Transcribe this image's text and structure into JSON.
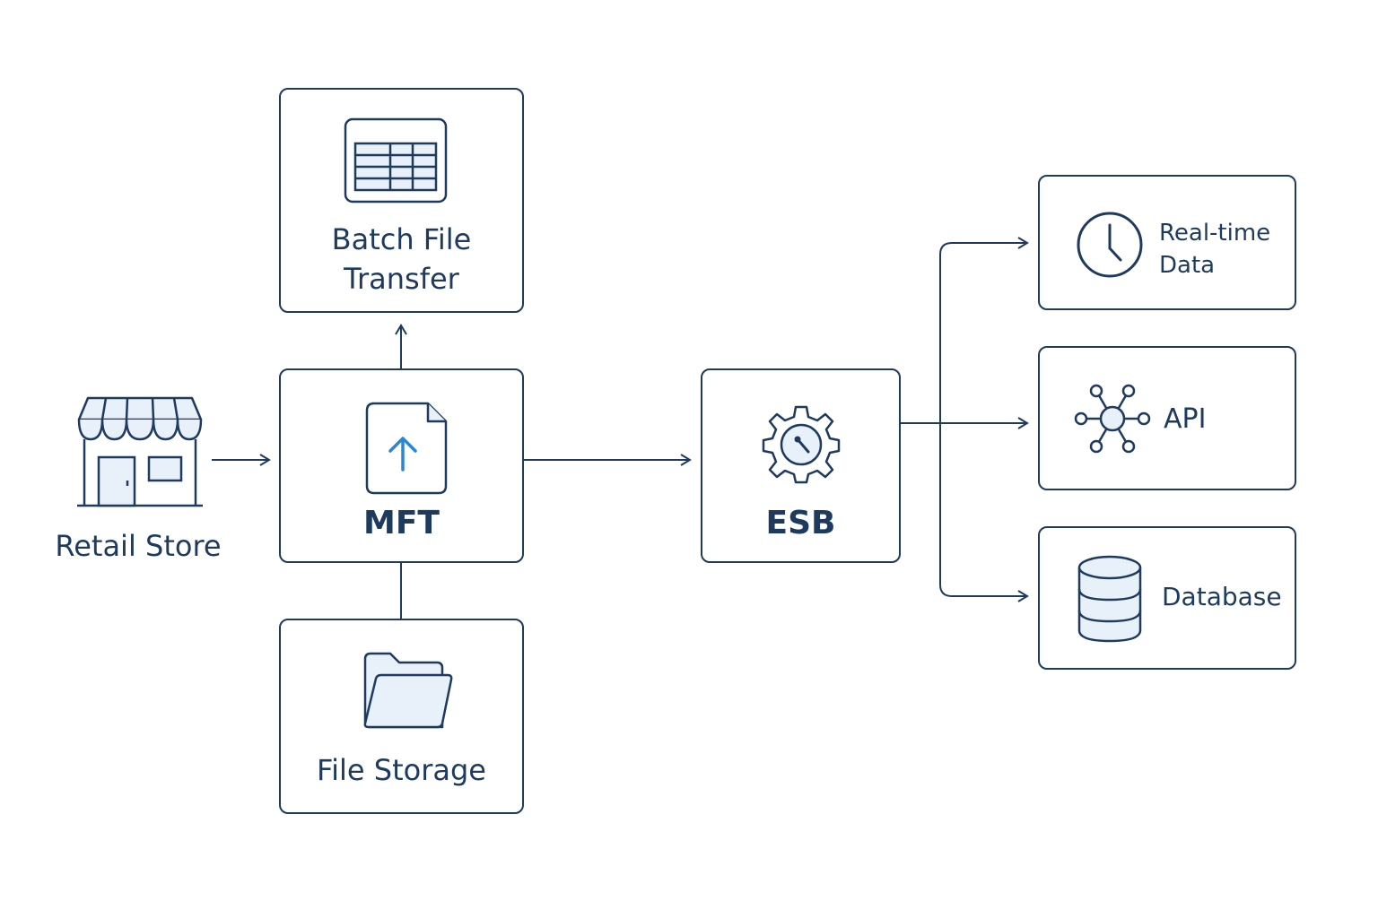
{
  "colors": {
    "stroke": "#1f3a5f",
    "fill_light": "#e8f0fa",
    "accent": "#2b86d9"
  },
  "nodes": {
    "retail_store": {
      "label": "Retail Store",
      "icon": "storefront-icon"
    },
    "batch_file_transfer": {
      "line1": "Batch File",
      "line2": "Transfer",
      "icon": "spreadsheet-icon"
    },
    "mft": {
      "label": "MFT",
      "icon": "file-upload-icon"
    },
    "file_storage": {
      "label": "File Storage",
      "icon": "folder-icon"
    },
    "esb": {
      "label": "ESB",
      "icon": "gear-gauge-icon"
    },
    "realtime_data": {
      "line1": "Real-time",
      "line2": "Data",
      "icon": "clock-icon"
    },
    "api": {
      "label": "API",
      "icon": "network-hub-icon"
    },
    "database": {
      "label": "Database",
      "icon": "database-icon"
    }
  }
}
